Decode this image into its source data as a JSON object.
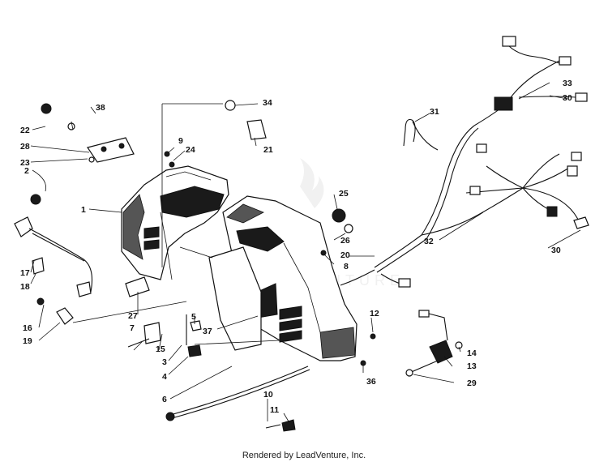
{
  "diagram": {
    "watermark_text": "LEADVENTURE",
    "callouts": [
      {
        "id": "c1",
        "text": "1"
      },
      {
        "id": "c2",
        "text": "2"
      },
      {
        "id": "c3",
        "text": "3"
      },
      {
        "id": "c4",
        "text": "4"
      },
      {
        "id": "c5",
        "text": "5"
      },
      {
        "id": "c6",
        "text": "6"
      },
      {
        "id": "c7",
        "text": "7"
      },
      {
        "id": "c8",
        "text": "8"
      },
      {
        "id": "c9",
        "text": "9"
      },
      {
        "id": "c10",
        "text": "10"
      },
      {
        "id": "c11",
        "text": "11"
      },
      {
        "id": "c12",
        "text": "12"
      },
      {
        "id": "c13",
        "text": "13"
      },
      {
        "id": "c14",
        "text": "14"
      },
      {
        "id": "c15",
        "text": "15"
      },
      {
        "id": "c16",
        "text": "16"
      },
      {
        "id": "c17",
        "text": "17"
      },
      {
        "id": "c18",
        "text": "18"
      },
      {
        "id": "c19",
        "text": "19"
      },
      {
        "id": "c20",
        "text": "20"
      },
      {
        "id": "c21",
        "text": "21"
      },
      {
        "id": "c22",
        "text": "22"
      },
      {
        "id": "c23",
        "text": "23"
      },
      {
        "id": "c24",
        "text": "24"
      },
      {
        "id": "c25",
        "text": "25"
      },
      {
        "id": "c26",
        "text": "26"
      },
      {
        "id": "c27",
        "text": "27"
      },
      {
        "id": "c28",
        "text": "28"
      },
      {
        "id": "c29",
        "text": "29"
      },
      {
        "id": "c30a",
        "text": "30"
      },
      {
        "id": "c30b",
        "text": "30"
      },
      {
        "id": "c31",
        "text": "31"
      },
      {
        "id": "c32",
        "text": "32"
      },
      {
        "id": "c33",
        "text": "33"
      },
      {
        "id": "c34",
        "text": "34"
      },
      {
        "id": "c36",
        "text": "36"
      },
      {
        "id": "c37",
        "text": "37"
      },
      {
        "id": "c38",
        "text": "38"
      }
    ]
  },
  "footer": {
    "caption": "Rendered by LeadVenture, Inc."
  }
}
